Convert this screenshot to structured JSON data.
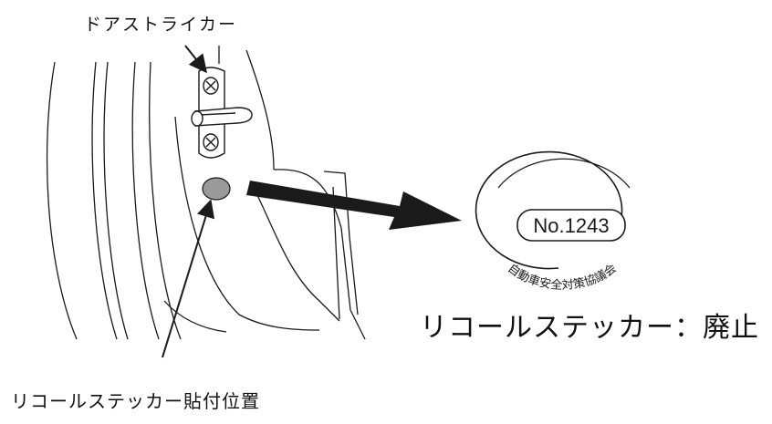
{
  "labels": {
    "door_striker": "ドアストライカー",
    "sticker_position": "リコールステッカー貼付位置",
    "sticker_abolished": "リコールステッカー：廃止"
  },
  "sticker": {
    "number": "No.1243",
    "arc_text": "自動車安全対策協議会"
  },
  "colors": {
    "line": "#1a1a1a",
    "sticker_spot": "#9a9a9a",
    "background": "#ffffff"
  }
}
